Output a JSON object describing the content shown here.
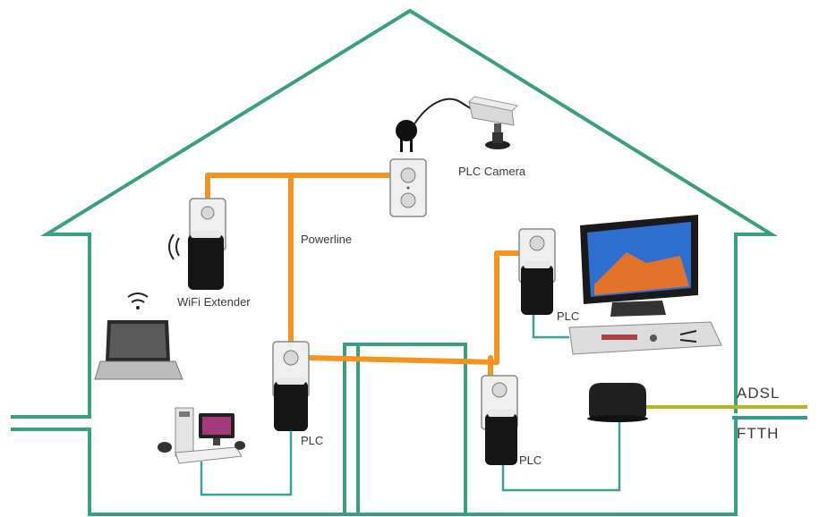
{
  "labels": {
    "plc_camera": "PLC Camera",
    "powerline": "Powerline",
    "wifi_extender": "WiFi Extender",
    "plc_main": "PLC",
    "plc_tv": "PLC",
    "plc_router": "PLC",
    "adsl": "ADSL",
    "ftth": "FTTH"
  },
  "colors": {
    "wall": "#3aa082",
    "powerline": "#f5941f",
    "ethernet": "#3aa0a0",
    "adsl_line": "#b9b51e",
    "ftth_line": "#2e9c96"
  }
}
